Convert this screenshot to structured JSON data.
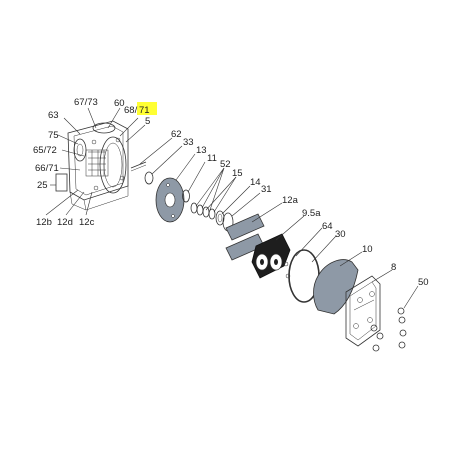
{
  "colors": {
    "background": "#ffffff",
    "line": "#333333",
    "part_gray": "#8e99a6",
    "rotor_dark": "#1e1e1e",
    "highlight": "#ffff33"
  },
  "highlighted_label": "71",
  "labels": {
    "l63": "63",
    "l67_73": "67/73",
    "l60": "60",
    "l68": "68/",
    "l71": "71",
    "l5": "5",
    "l75": "75",
    "l65_72": "65/72",
    "l66_71": "66/71",
    "l25": "25",
    "l12b": "12b",
    "l12d": "12d",
    "l12c": "12c",
    "l62": "62",
    "l33": "33",
    "l13": "13",
    "l11": "11",
    "l52": "52",
    "l15": "15",
    "l14": "14",
    "l31": "31",
    "l12a": "12a",
    "l9_5a": "9.5a",
    "l64": "64",
    "l30": "30",
    "l10": "10",
    "l8": "8",
    "l50": "50"
  }
}
